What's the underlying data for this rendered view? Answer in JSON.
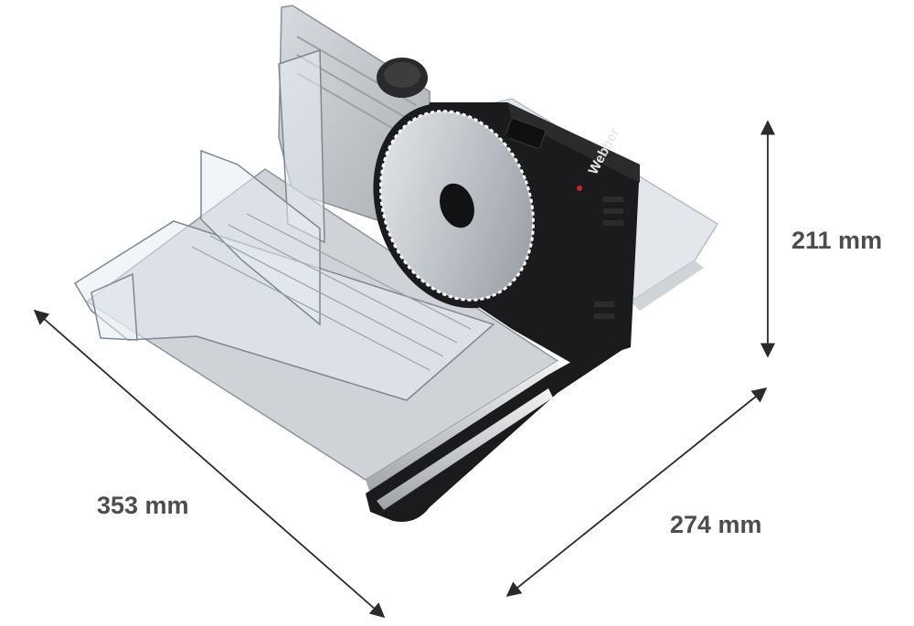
{
  "product": {
    "brand_logo": "Webber",
    "accent_color": "#d0202a"
  },
  "dimensions": {
    "depth": "353 mm",
    "width": "274 mm",
    "height": "211 mm"
  },
  "colors": {
    "housing": "#1b1b1d",
    "blade": "#c8ccd0",
    "tray": "#dde1e6",
    "dimension_line": "#2a2a2a",
    "label": "#4d4d4d"
  }
}
